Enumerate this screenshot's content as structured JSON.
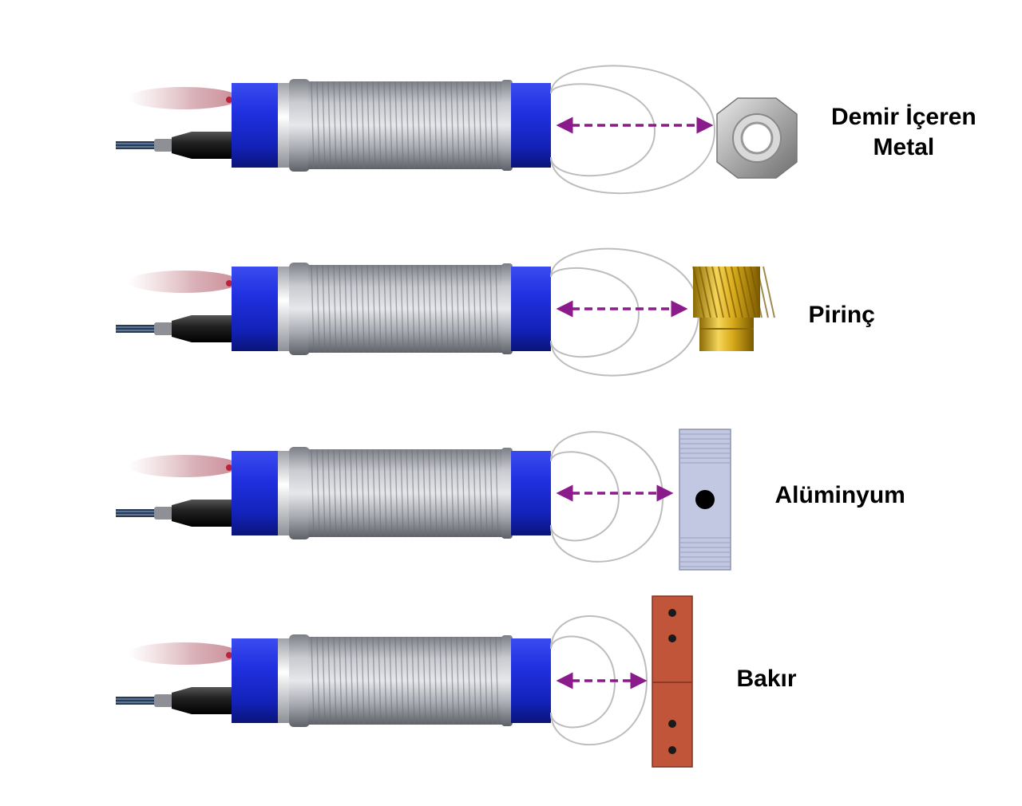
{
  "rows": [
    {
      "material": "Demir İçeren",
      "material_line2": "Metal",
      "target": "nut",
      "target_color": "#b9b9b9"
    },
    {
      "material": "Pirinç",
      "material_line2": "",
      "target": "insert",
      "target_color": "#d4a017"
    },
    {
      "material": "Alüminyum",
      "material_line2": "",
      "target": "block",
      "target_color": "#c2c8e2"
    },
    {
      "material": "Bakır",
      "material_line2": "",
      "target": "bar",
      "target_color": "#c0553a"
    }
  ],
  "colors": {
    "sensor_cap": "#1d2fd6",
    "arrow": "#8b1a8b",
    "thread": "#a9acb3",
    "field_lines": "#bdbdbd"
  }
}
